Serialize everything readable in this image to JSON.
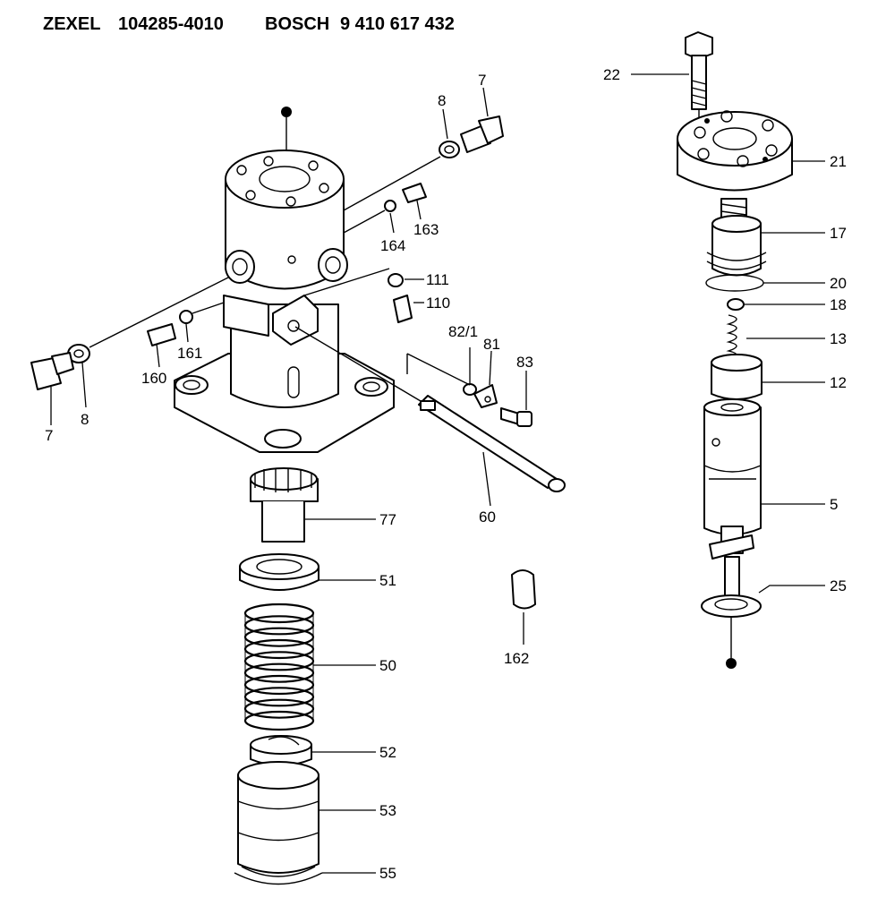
{
  "header": {
    "brand1": "ZEXEL",
    "part_no1": "104285-4010",
    "brand2": "BOSCH",
    "part_no2": "9 410 617 432"
  },
  "labels": {
    "p7a": "7",
    "p8a": "8",
    "p163": "163",
    "p164": "164",
    "p111": "111",
    "p110": "110",
    "p82_1": "82/1",
    "p81": "81",
    "p83": "83",
    "p60": "60",
    "p161": "161",
    "p160": "160",
    "p8b": "8",
    "p7b": "7",
    "p77": "77",
    "p51": "51",
    "p50": "50",
    "p52": "52",
    "p53": "53",
    "p55": "55",
    "p162": "162",
    "p22": "22",
    "p21": "21",
    "p17": "17",
    "p20": "20",
    "p18": "18",
    "p13": "13",
    "p12": "12",
    "p5": "5",
    "p25": "25"
  }
}
